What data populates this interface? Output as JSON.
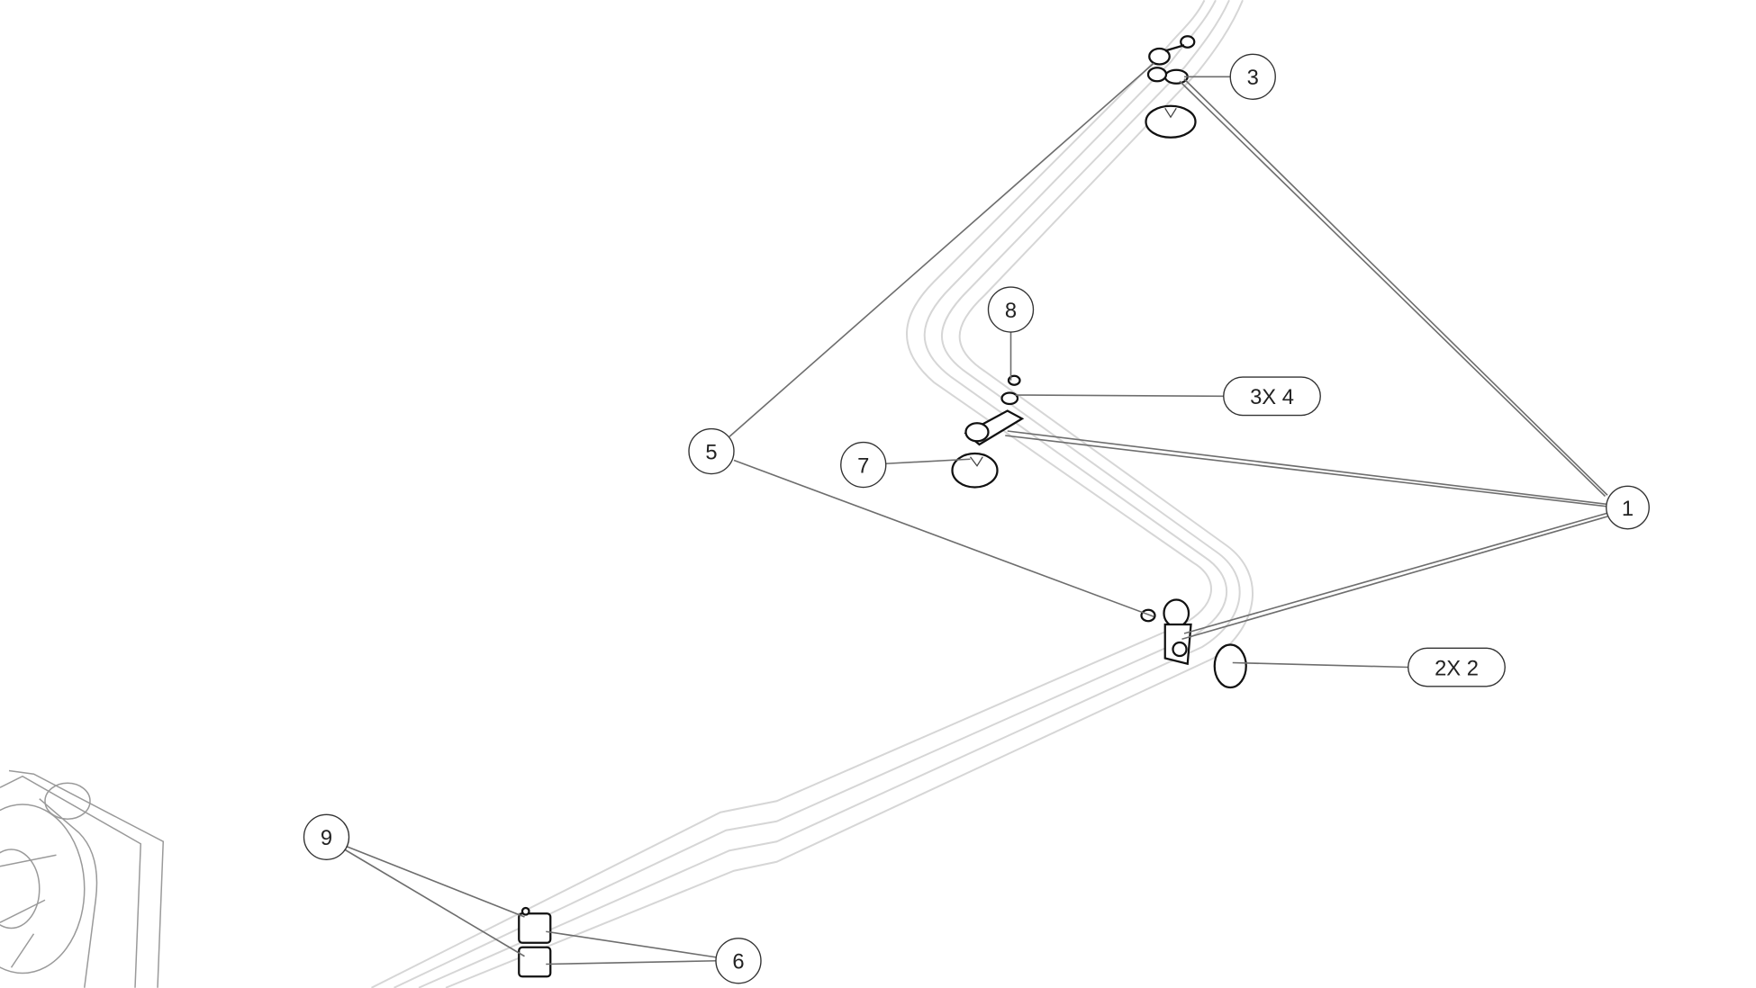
{
  "diagram": {
    "type": "exploded-assembly",
    "callouts": [
      {
        "id": "callout-3",
        "label": "3"
      },
      {
        "id": "callout-8",
        "label": "8"
      },
      {
        "id": "callout-3x4",
        "label": "3X 4"
      },
      {
        "id": "callout-5",
        "label": "5"
      },
      {
        "id": "callout-7",
        "label": "7"
      },
      {
        "id": "callout-1",
        "label": "1"
      },
      {
        "id": "callout-2x2",
        "label": "2X 2"
      },
      {
        "id": "callout-9",
        "label": "9"
      },
      {
        "id": "callout-6",
        "label": "6"
      }
    ]
  }
}
